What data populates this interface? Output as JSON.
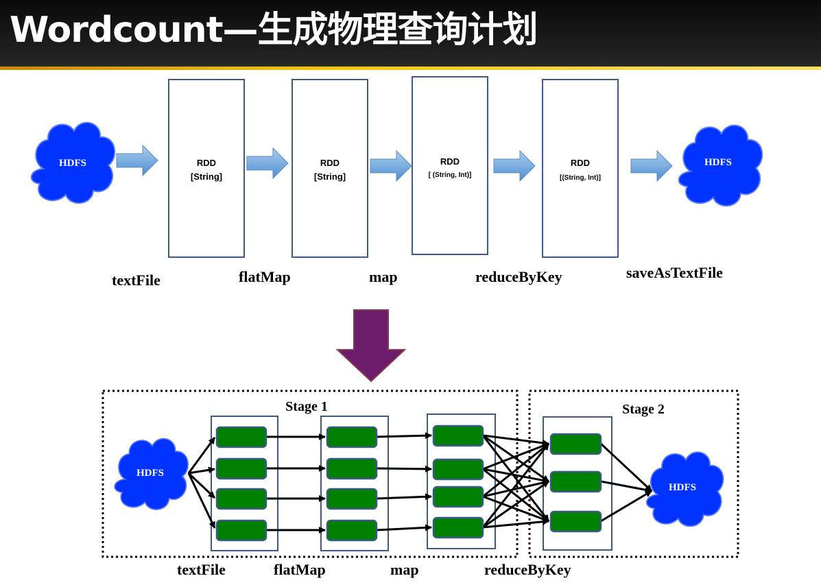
{
  "title": "Wordcount—生成物理查询计划",
  "logical_plan": {
    "source": "HDFS",
    "sink": "HDFS",
    "rdds": [
      {
        "label": "RDD",
        "type": "[String]"
      },
      {
        "label": "RDD",
        "type": "[String]"
      },
      {
        "label": "RDD",
        "type": "[ (String, Int)]"
      },
      {
        "label": "RDD",
        "type": "[(String, Int)]"
      }
    ],
    "operations": [
      "textFile",
      "flatMap",
      "map",
      "reduceByKey",
      "saveAsTextFile"
    ]
  },
  "physical_plan": {
    "source": "HDFS",
    "sink": "HDFS",
    "stages": [
      "Stage 1",
      "Stage 2"
    ],
    "operations": [
      "textFile",
      "flatMap",
      "map",
      "reduceByKey"
    ]
  },
  "colors": {
    "cloud": "#0033ff",
    "flow_arrow": "#6fa8dc",
    "transition_arrow": "#6b1c6b",
    "partition": "#008000",
    "rdd_border": "#3b5a86"
  },
  "icons": [
    "cloud-icon",
    "block-arrow-icon",
    "down-arrow-icon"
  ]
}
